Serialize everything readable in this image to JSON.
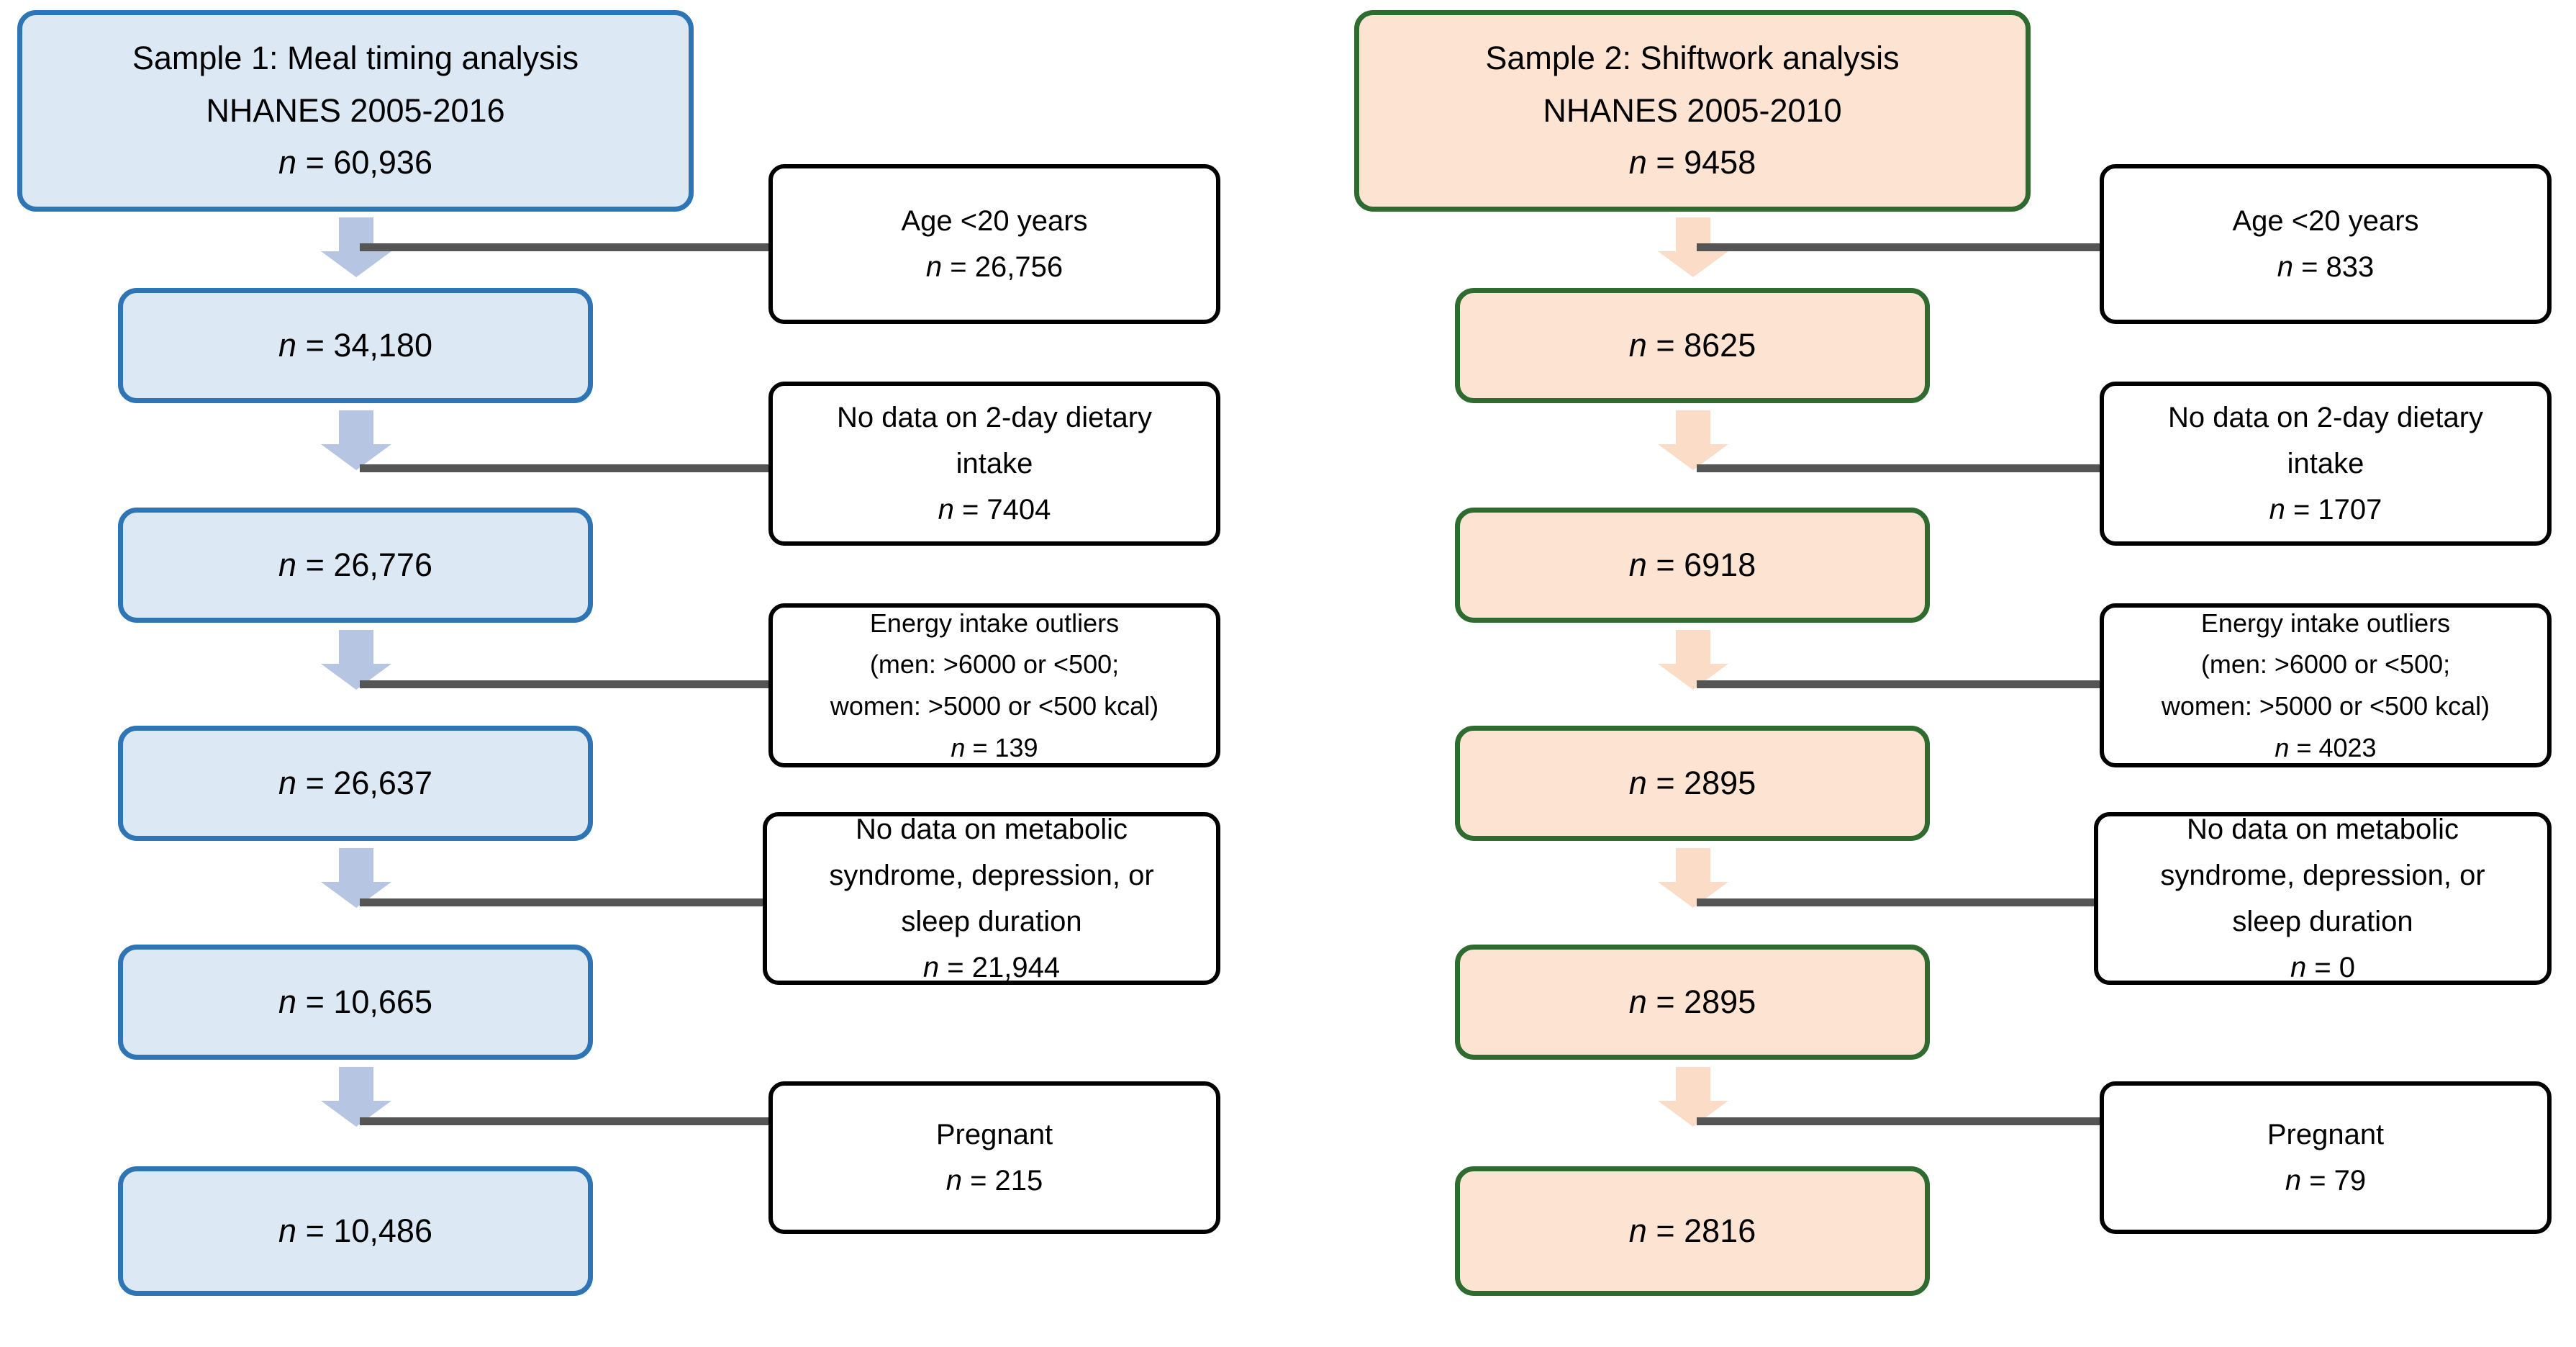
{
  "figure": {
    "type": "flow-diagram",
    "description": "Participant selection flowchart for two NHANES analysis samples"
  },
  "colors": {
    "sample1_fill": "#dce9f5",
    "sample1_border": "#2e75b6",
    "sample1_arrow": "#b6c5e2",
    "sample2_fill": "#fce3d2",
    "sample2_border": "#2e6b2f",
    "sample2_arrow": "#fbdcc7",
    "exclusion_fill": "#ffffff",
    "exclusion_border": "#000000",
    "connector_line": "#555555"
  },
  "sample1": {
    "header": {
      "title": "Sample 1: Meal timing analysis",
      "survey": "NHANES 2005-2016",
      "n_label": "n",
      "n_value": "= 60,936"
    },
    "steps": [
      {
        "n_label": "n",
        "n_value": "= 34,180"
      },
      {
        "n_label": "n",
        "n_value": "= 26,776"
      },
      {
        "n_label": "n",
        "n_value": "= 26,637"
      },
      {
        "n_label": "n",
        "n_value": "= 10,665"
      },
      {
        "n_label": "n",
        "n_value": "= 10,486"
      }
    ],
    "exclusions": [
      {
        "lines": [
          "Age <20 years"
        ],
        "n_label": "n",
        "n_value": "= 26,756"
      },
      {
        "lines": [
          "No data on 2-day dietary",
          "intake"
        ],
        "n_label": "n",
        "n_value": "= 7404"
      },
      {
        "lines": [
          "Energy intake outliers",
          "(men: >6000 or <500;",
          "women: >5000 or <500 kcal)"
        ],
        "n_label": "n",
        "n_value": "= 139"
      },
      {
        "lines": [
          "No data on metabolic",
          "syndrome, depression, or",
          "sleep duration"
        ],
        "n_label": "n",
        "n_value": "= 21,944"
      },
      {
        "lines": [
          "Pregnant"
        ],
        "n_label": "n",
        "n_value": "= 215"
      }
    ]
  },
  "sample2": {
    "header": {
      "title": "Sample 2: Shiftwork analysis",
      "survey": "NHANES 2005-2010",
      "n_label": "n",
      "n_value": "= 9458"
    },
    "steps": [
      {
        "n_label": "n",
        "n_value": "= 8625"
      },
      {
        "n_label": "n",
        "n_value": "= 6918"
      },
      {
        "n_label": "n",
        "n_value": "= 2895"
      },
      {
        "n_label": "n",
        "n_value": "= 2895"
      },
      {
        "n_label": "n",
        "n_value": "= 2816"
      }
    ],
    "exclusions": [
      {
        "lines": [
          "Age <20 years"
        ],
        "n_label": "n",
        "n_value": "= 833"
      },
      {
        "lines": [
          "No data on 2-day dietary",
          "intake"
        ],
        "n_label": "n",
        "n_value": "= 1707"
      },
      {
        "lines": [
          "Energy intake outliers",
          "(men: >6000 or <500;",
          "women: >5000 or <500 kcal)"
        ],
        "n_label": "n",
        "n_value": "= 4023"
      },
      {
        "lines": [
          "No data on metabolic",
          "syndrome, depression, or",
          "sleep duration"
        ],
        "n_label": "n",
        "n_value": "= 0"
      },
      {
        "lines": [
          "Pregnant"
        ],
        "n_label": "n",
        "n_value": "= 79"
      }
    ]
  }
}
